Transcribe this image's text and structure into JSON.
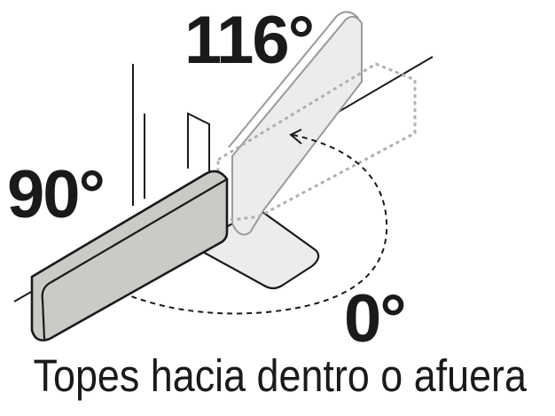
{
  "labels": {
    "angle_open": "116°",
    "angle_right": "90°",
    "angle_closed": "0°"
  },
  "caption": "Topes hacia dentro o afuera",
  "colors": {
    "ink": "#1a1a1a",
    "stop_fill": "#c9cbc6",
    "ghost_fill": "#ececec",
    "ghost_stroke": "#9a9a9a",
    "dotted_outline": "#b0b0b0"
  }
}
